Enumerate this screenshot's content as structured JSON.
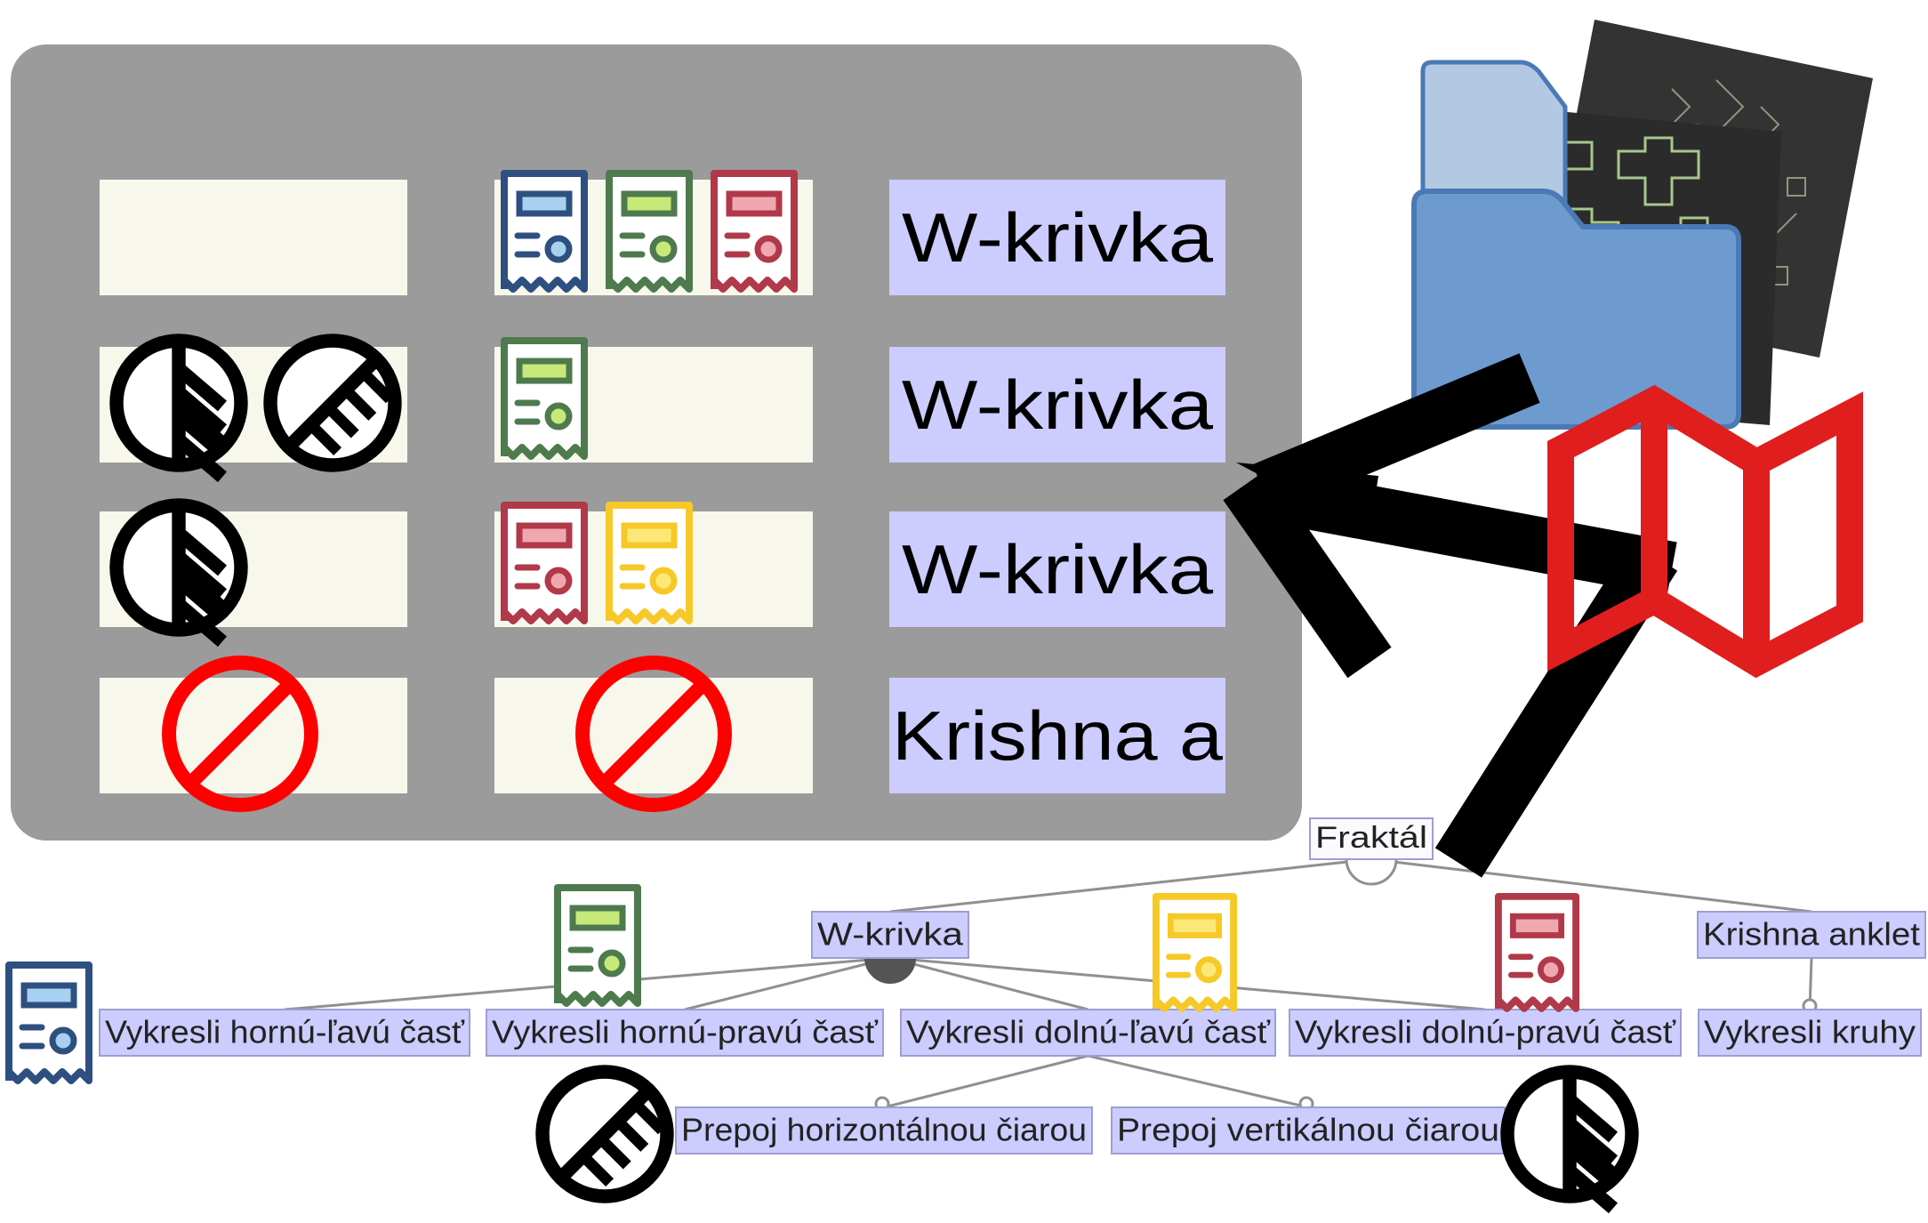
{
  "colors": {
    "panel": "#9b9b9b",
    "cell": "#f8f7ec",
    "node_fill": "#ccccff",
    "node_stroke": "#9e9ed2",
    "root_fill": "#fafaff",
    "edge": "#909090",
    "black": "#000000",
    "forbid": "#ff0000",
    "map_red": "#e01e1e",
    "folder_back": "#b3c8e3",
    "folder_front": "#6d9bcf",
    "folder_stroke": "#4a7ab5",
    "tile_dark": "#333333",
    "tile_grid": "#7f8f72",
    "receipt_blue": "#2e5080",
    "receipt_blue_light": "#a8d0f0",
    "receipt_green": "#4e7a4e",
    "receipt_green_light": "#c6e97a",
    "receipt_red": "#b0394a",
    "receipt_red_light": "#f0a8b0",
    "receipt_yellow": "#f6c928",
    "receipt_yellow_light": "#fce878"
  },
  "grid": {
    "rows": [
      {
        "left_icons": [],
        "middle_icons": [
          "receipt-blue",
          "receipt-green",
          "receipt-red"
        ],
        "label": "W-krivka"
      },
      {
        "left_icons": [
          "peace-striped",
          "peace-crossed"
        ],
        "middle_icons": [
          "receipt-green"
        ],
        "label": "W-krivka"
      },
      {
        "left_icons": [
          "peace-striped"
        ],
        "middle_icons": [
          "receipt-red",
          "receipt-yellow"
        ],
        "label": "W-krivka"
      },
      {
        "left_icons": [
          "forbidden"
        ],
        "middle_icons": [
          "forbidden"
        ],
        "label": "Krishna a"
      }
    ]
  },
  "tree": {
    "root": "Fraktál",
    "level1": [
      "W-krivka",
      "Krishna anklet"
    ],
    "level2": [
      "Vykresli hornú-ľavú časť",
      "Vykresli hornú-pravú časť",
      "Vykresli dolnú-ľavú časť",
      "Vykresli dolnú-pravú časť",
      "Vykresli kruhy"
    ],
    "level3": [
      "Prepoj horizontálnou čiarou",
      "Prepoj vertikálnou čiarou"
    ]
  },
  "icons": {
    "folder": "folder-icon",
    "map": "map-icon",
    "arrow": "arrow-icon",
    "fractal_tiles": "fractal-tile-icon"
  }
}
